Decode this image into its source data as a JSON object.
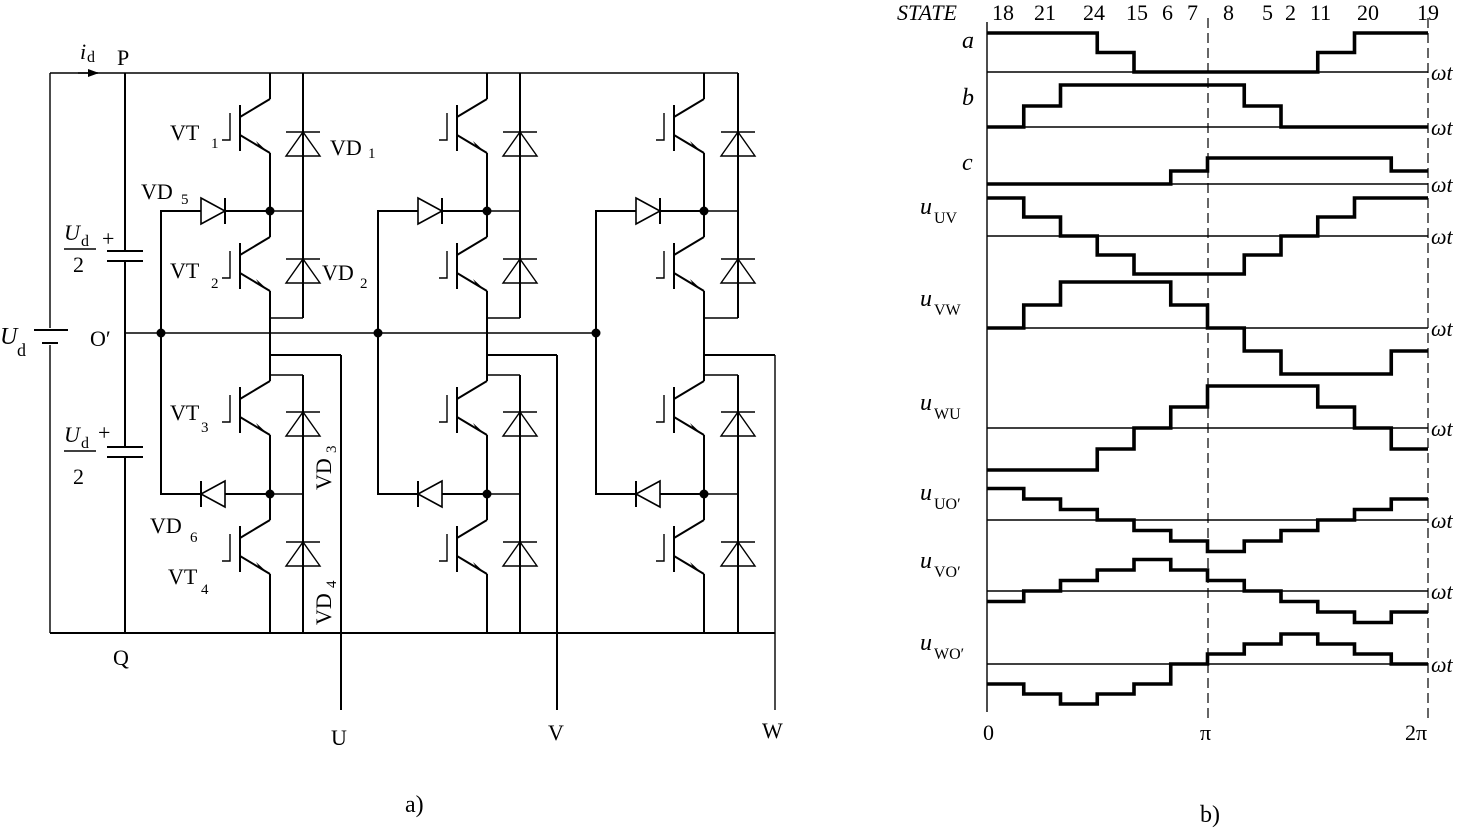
{
  "figure_a": {
    "caption": "a)",
    "labels": {
      "current": "i",
      "current_sub": "d",
      "node_p": "P",
      "node_q": "Q",
      "node_o": "O′",
      "source": "U",
      "source_sub": "d",
      "cap_num": "U",
      "cap_num_sub": "d",
      "cap_den": "2",
      "plus": "+",
      "out_u": "U",
      "out_v": "V",
      "out_w": "W"
    },
    "devices": {
      "vt1": {
        "name": "VT",
        "sub": "1"
      },
      "vt2": {
        "name": "VT",
        "sub": "2"
      },
      "vt3": {
        "name": "VT",
        "sub": "3"
      },
      "vt4": {
        "name": "VT",
        "sub": "4"
      },
      "vd1": {
        "name": "VD",
        "sub": "1"
      },
      "vd2": {
        "name": "VD",
        "sub": "2"
      },
      "vd3": {
        "name": "VD",
        "sub": "3"
      },
      "vd4": {
        "name": "VD",
        "sub": "4"
      },
      "vd5": {
        "name": "VD",
        "sub": "5"
      },
      "vd6": {
        "name": "VD",
        "sub": "6"
      }
    }
  },
  "figure_b": {
    "caption": "b)",
    "state_label": "STATE",
    "states": [
      "18",
      "21",
      "24",
      "15",
      "6",
      "7",
      "8",
      "5",
      "2",
      "11",
      "20",
      "19"
    ],
    "axis_label": "ωt",
    "ticks": [
      "0",
      "π",
      "2π"
    ]
  },
  "chart_data": {
    "type": "line",
    "title": "Three-level inverter switching states and output voltage waveforms",
    "xlabel": "ωt",
    "xlim": [
      0,
      6.2832
    ],
    "x_ticks": [
      "0",
      "π",
      "2π"
    ],
    "x_unit_note": "breakpoints in multiples of π/6",
    "series": [
      {
        "name": "a",
        "sub": "",
        "steps": [
          [
            0,
            2
          ],
          [
            3,
            1
          ],
          [
            4,
            0
          ],
          [
            9,
            1
          ],
          [
            10,
            2
          ],
          [
            12,
            2
          ]
        ]
      },
      {
        "name": "b",
        "sub": "",
        "steps": [
          [
            0,
            0
          ],
          [
            1,
            1
          ],
          [
            2,
            2
          ],
          [
            7,
            1
          ],
          [
            8,
            0
          ],
          [
            12,
            0
          ]
        ]
      },
      {
        "name": "c",
        "sub": "",
        "steps": [
          [
            0,
            0
          ],
          [
            5,
            1
          ],
          [
            6,
            2
          ],
          [
            11,
            1
          ],
          [
            12,
            1
          ]
        ]
      },
      {
        "name": "u",
        "sub": "UV",
        "steps": [
          [
            0,
            2
          ],
          [
            1,
            1
          ],
          [
            2,
            0
          ],
          [
            3,
            -1
          ],
          [
            4,
            -2
          ],
          [
            7,
            -1
          ],
          [
            8,
            0
          ],
          [
            9,
            1
          ],
          [
            10,
            2
          ],
          [
            12,
            2
          ]
        ]
      },
      {
        "name": "u",
        "sub": "VW",
        "steps": [
          [
            0,
            0
          ],
          [
            1,
            1
          ],
          [
            2,
            2
          ],
          [
            5,
            1
          ],
          [
            6,
            0
          ],
          [
            7,
            -1
          ],
          [
            8,
            -2
          ],
          [
            11,
            -1
          ],
          [
            12,
            -1
          ]
        ]
      },
      {
        "name": "u",
        "sub": "WU",
        "steps": [
          [
            0,
            -2
          ],
          [
            3,
            -1
          ],
          [
            4,
            0
          ],
          [
            5,
            1
          ],
          [
            6,
            2
          ],
          [
            9,
            1
          ],
          [
            10,
            0
          ],
          [
            11,
            -1
          ],
          [
            12,
            -1
          ]
        ]
      },
      {
        "name": "u",
        "sub": "UO′",
        "steps": [
          [
            0,
            3
          ],
          [
            1,
            2
          ],
          [
            2,
            1
          ],
          [
            3,
            0
          ],
          [
            4,
            -1
          ],
          [
            5,
            -2
          ],
          [
            6,
            -3
          ],
          [
            7,
            -2
          ],
          [
            8,
            -1
          ],
          [
            9,
            0
          ],
          [
            10,
            1
          ],
          [
            11,
            2
          ],
          [
            12,
            2
          ]
        ]
      },
      {
        "name": "u",
        "sub": "VO′",
        "steps": [
          [
            0,
            -1
          ],
          [
            1,
            0
          ],
          [
            2,
            1
          ],
          [
            3,
            2
          ],
          [
            4,
            3
          ],
          [
            5,
            2
          ],
          [
            6,
            1
          ],
          [
            7,
            0
          ],
          [
            8,
            -1
          ],
          [
            9,
            -2
          ],
          [
            10,
            -3
          ],
          [
            11,
            -2
          ],
          [
            12,
            -2
          ]
        ]
      },
      {
        "name": "u",
        "sub": "WO′",
        "steps": [
          [
            0,
            -2
          ],
          [
            1,
            -3
          ],
          [
            2,
            -4
          ],
          [
            3,
            -3
          ],
          [
            4,
            -2
          ],
          [
            5,
            0
          ],
          [
            6,
            1
          ],
          [
            7,
            2
          ],
          [
            8,
            3
          ],
          [
            9,
            2
          ],
          [
            10,
            1
          ],
          [
            11,
            0
          ],
          [
            12,
            0
          ]
        ]
      }
    ]
  }
}
